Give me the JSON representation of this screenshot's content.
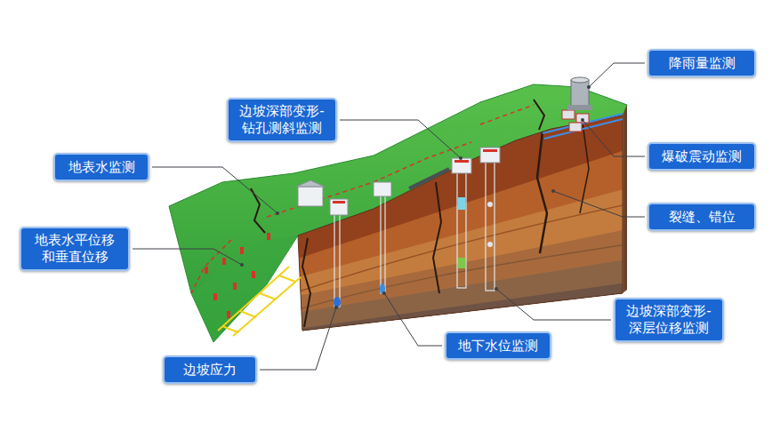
{
  "diagram": {
    "nodes": [
      {
        "text": [
          "降雨量监测"
        ]
      },
      {
        "text": [
          "边坡深部变形- 钻孔测斜监测"
        ]
      },
      {
        "text": [
          "爆破震动监测"
        ]
      },
      {
        "text": [
          "地表水监测"
        ]
      },
      {
        "text": [
          "裂缝、错位"
        ]
      },
      {
        "text": [
          "地表水平位移 和垂直位移"
        ]
      },
      {
        "text": [
          "边坡深部变形- 深层位移监测"
        ]
      },
      {
        "text": [
          "地下水位监测"
        ]
      },
      {
        "text": [
          "边坡应力"
        ]
      }
    ]
  }
}
